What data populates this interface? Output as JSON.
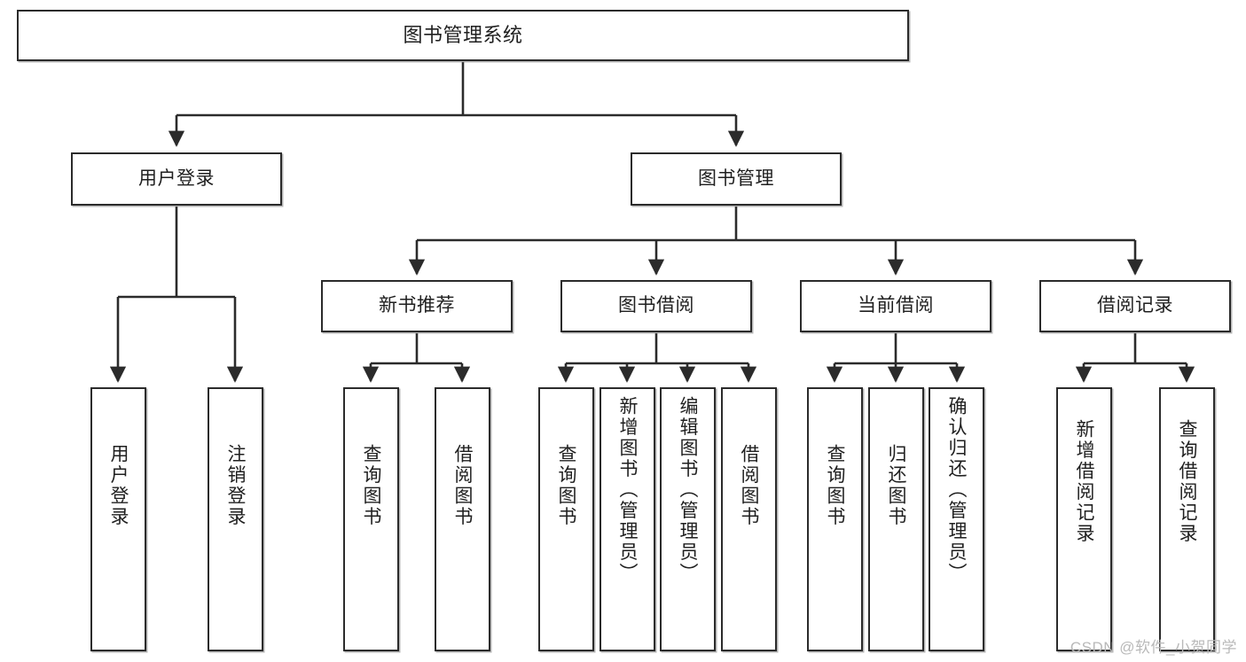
{
  "diagram": {
    "title": "图书管理系统",
    "type": "tree-hierarchy-chart",
    "watermark": "CSDN @软件_小贺同学",
    "colors": {
      "node_border": "#2b2b2b",
      "node_fill": "#ffffff",
      "edge": "#2b2b2b",
      "text": "#1f1f1f",
      "watermark": "#b9b9b9",
      "background": "#ffffff"
    },
    "root": {
      "label": "图书管理系统"
    },
    "level2": [
      {
        "label": "用户登录"
      },
      {
        "label": "图书管理"
      }
    ],
    "level3": [
      {
        "label": "新书推荐"
      },
      {
        "label": "图书借阅"
      },
      {
        "label": "当前借阅"
      },
      {
        "label": "借阅记录"
      }
    ],
    "leaves": {
      "user_login": [
        {
          "label": "用户登录"
        },
        {
          "label": "注销登录"
        }
      ],
      "new_book_recommend": [
        {
          "label": "查询图书"
        },
        {
          "label": "借阅图书"
        }
      ],
      "book_borrow": [
        {
          "label": "查询图书"
        },
        {
          "label": "新增图书（管理员）"
        },
        {
          "label": "编辑图书（管理员）"
        },
        {
          "label": "借阅图书"
        }
      ],
      "current_borrow": [
        {
          "label": "查询图书"
        },
        {
          "label": "归还图书"
        },
        {
          "label": "确认归还（管理员）"
        }
      ],
      "borrow_record": [
        {
          "label": "新增借阅记录"
        },
        {
          "label": "查询借阅记录"
        }
      ]
    }
  }
}
